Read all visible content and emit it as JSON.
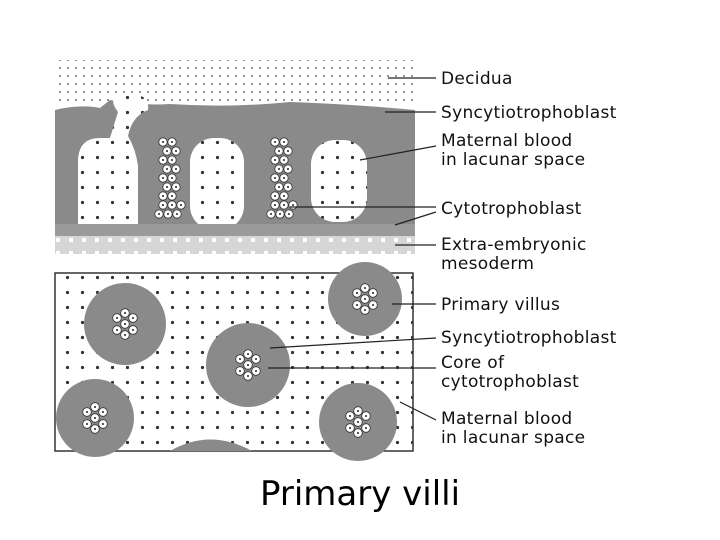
{
  "top_panel": {
    "labels": {
      "decidua": "Decidua",
      "syncytiotrophoblast": "Syncytiotrophoblast",
      "maternal_blood_1": "Maternal blood",
      "maternal_blood_2": "in lacunar space",
      "cytotrophoblast": "Cytotrophoblast",
      "extra_embryonic_1": "Extra-embryonic",
      "extra_embryonic_2": "mesoderm"
    }
  },
  "bottom_panel": {
    "labels": {
      "primary_villus": "Primary villus",
      "syncytiotrophoblast": "Syncytiotrophoblast",
      "core_1": "Core of",
      "core_2": "cytotrophoblast",
      "maternal_blood_1": "Maternal blood",
      "maternal_blood_2": "in lacunar space"
    }
  },
  "caption": "Primary villi",
  "colors": {
    "tissue": "#8a8a8a",
    "lacuna": "#ffffff",
    "ink": "#111111"
  }
}
